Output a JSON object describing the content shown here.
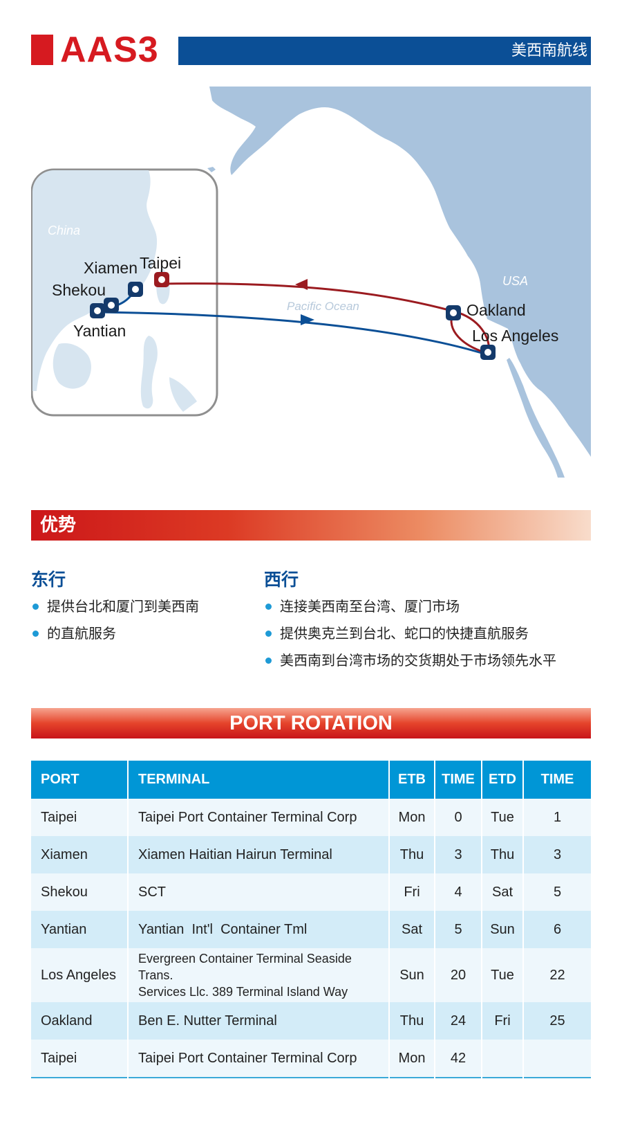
{
  "header": {
    "code": "AAS3",
    "subtitle": "美西南航线"
  },
  "map": {
    "region_labels": {
      "china": "China",
      "usa": "USA",
      "ocean": "Pacific  Ocean"
    },
    "ports": {
      "xiamen": "Xiamen",
      "taipei": "Taipei",
      "shekou": "Shekou",
      "yantian": "Yantian",
      "oakland": "Oakland",
      "los_angeles": "Los Angeles"
    },
    "colors": {
      "land": "#a9c3dd",
      "inset_land": "#d7e5f0",
      "eastbound": "#0b4f96",
      "westbound": "#9b1b20",
      "port_marker": "#143a6b"
    }
  },
  "advantages": {
    "title": "优势",
    "east": {
      "title": "东行",
      "items": [
        "提供台北和厦门到美西南",
        "的直航服务"
      ]
    },
    "west": {
      "title": "西行",
      "items": [
        "连接美西南至台湾、厦门市场",
        "提供奥克兰到台北、蛇口的快捷直航服务",
        "美西南到台湾市场的交货期处于市场领先水平"
      ]
    }
  },
  "rotation": {
    "title": "PORT ROTATION",
    "headers": [
      "PORT",
      "TERMINAL",
      "ETB",
      "TIME",
      "ETD",
      "TIME"
    ],
    "rows": [
      {
        "port": "Taipei",
        "terminal": "Taipei Port Container Terminal Corp",
        "etb": "Mon",
        "etb_time": "0",
        "etd": "Tue",
        "etd_time": "1"
      },
      {
        "port": "Xiamen",
        "terminal": "Xiamen Haitian Hairun Terminal",
        "etb": "Thu",
        "etb_time": "3",
        "etd": "Thu",
        "etd_time": "3"
      },
      {
        "port": "Shekou",
        "terminal": "SCT",
        "etb": "Fri",
        "etb_time": "4",
        "etd": "Sat",
        "etd_time": "5"
      },
      {
        "port": "Yantian",
        "terminal": "Yantian  Int'l  Container Tml",
        "etb": "Sat",
        "etb_time": "5",
        "etd": "Sun",
        "etd_time": "6"
      },
      {
        "port": "Los Angeles",
        "terminal_line1": "Evergreen Container Terminal Seaside Trans.",
        "terminal_line2": "Services Llc. 389 Terminal Island Way",
        "etb": "Sun",
        "etb_time": "20",
        "etd": "Tue",
        "etd_time": "22"
      },
      {
        "port": "Oakland",
        "terminal": "Ben E. Nutter Terminal",
        "etb": "Thu",
        "etb_time": "24",
        "etd": "Fri",
        "etd_time": "25"
      },
      {
        "port": "Taipei",
        "terminal": "Taipei Port Container Terminal Corp",
        "etb": "Mon",
        "etb_time": "42",
        "etd": "",
        "etd_time": ""
      }
    ]
  }
}
